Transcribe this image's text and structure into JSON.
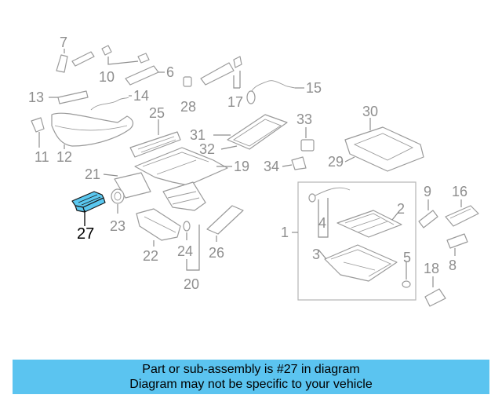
{
  "diagram": {
    "labels": {
      "l1": "1",
      "l2": "2",
      "l3": "3",
      "l4": "4",
      "l5": "5",
      "l6": "6",
      "l7": "7",
      "l8": "8",
      "l9": "9",
      "l10": "10",
      "l11": "11",
      "l12": "12",
      "l13": "13",
      "l14": "14",
      "l15": "15",
      "l16": "16",
      "l17": "17",
      "l18": "18",
      "l19": "19",
      "l20": "20",
      "l21": "21",
      "l22": "22",
      "l23": "23",
      "l24": "24",
      "l25": "25",
      "l26": "26",
      "l27": "27",
      "l28": "28",
      "l29": "29",
      "l30": "30",
      "l31": "31",
      "l32": "32",
      "l33": "33",
      "l34": "34"
    },
    "highlight_color": "#5ac8f0"
  },
  "banner": {
    "line1": "Part or sub-assembly is #27 in diagram",
    "line2": "Diagram may not be specific to your vehicle",
    "color": "#5bc4f0"
  }
}
